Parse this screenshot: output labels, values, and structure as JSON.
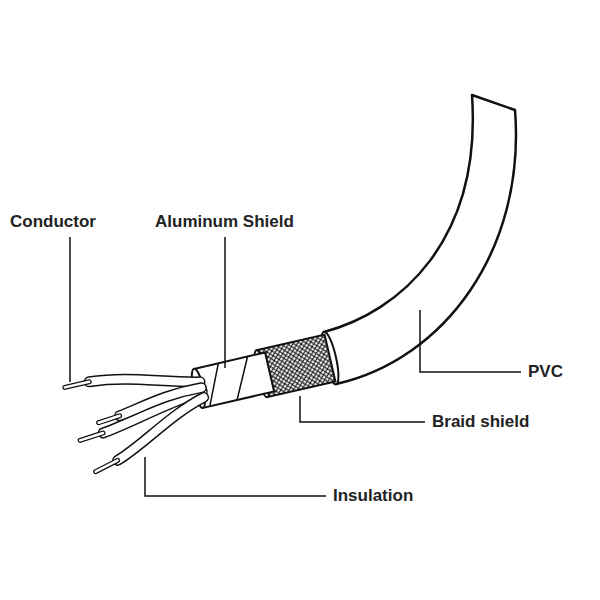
{
  "diagram": {
    "labels": [
      "Conductor",
      "Aluminum Shield",
      "PVC",
      "Braid shield",
      "Insulation"
    ]
  }
}
